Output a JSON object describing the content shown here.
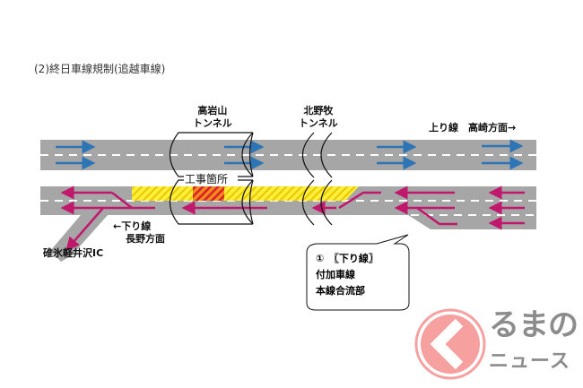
{
  "title": "(2)終日車線規制(追越車線)",
  "tunnels": [
    {
      "name_line1": "高岩山",
      "name_line2": "トンネル"
    },
    {
      "name_line1": "北野牧",
      "name_line2": "トンネル"
    }
  ],
  "upbound_label": "上り線　高崎方面→",
  "construction_label": "工事箇所",
  "downbound_label_line1": "←下り線",
  "downbound_label_line2": "長野方面",
  "interchange_label": "碓氷軽井沢IC",
  "callout": {
    "line1": "①　〖下り線〗",
    "line2": "付加車線",
    "line3": "本線合流部"
  },
  "logo": {
    "text_line1": "るまの",
    "text_line2": "ニュース"
  },
  "colors": {
    "road": "#a6a6a6",
    "up_arrow": "#2e75b6",
    "down_arrow": "#c0186c",
    "hatch": "#ffee33",
    "hatch_red": "#e8552a"
  }
}
